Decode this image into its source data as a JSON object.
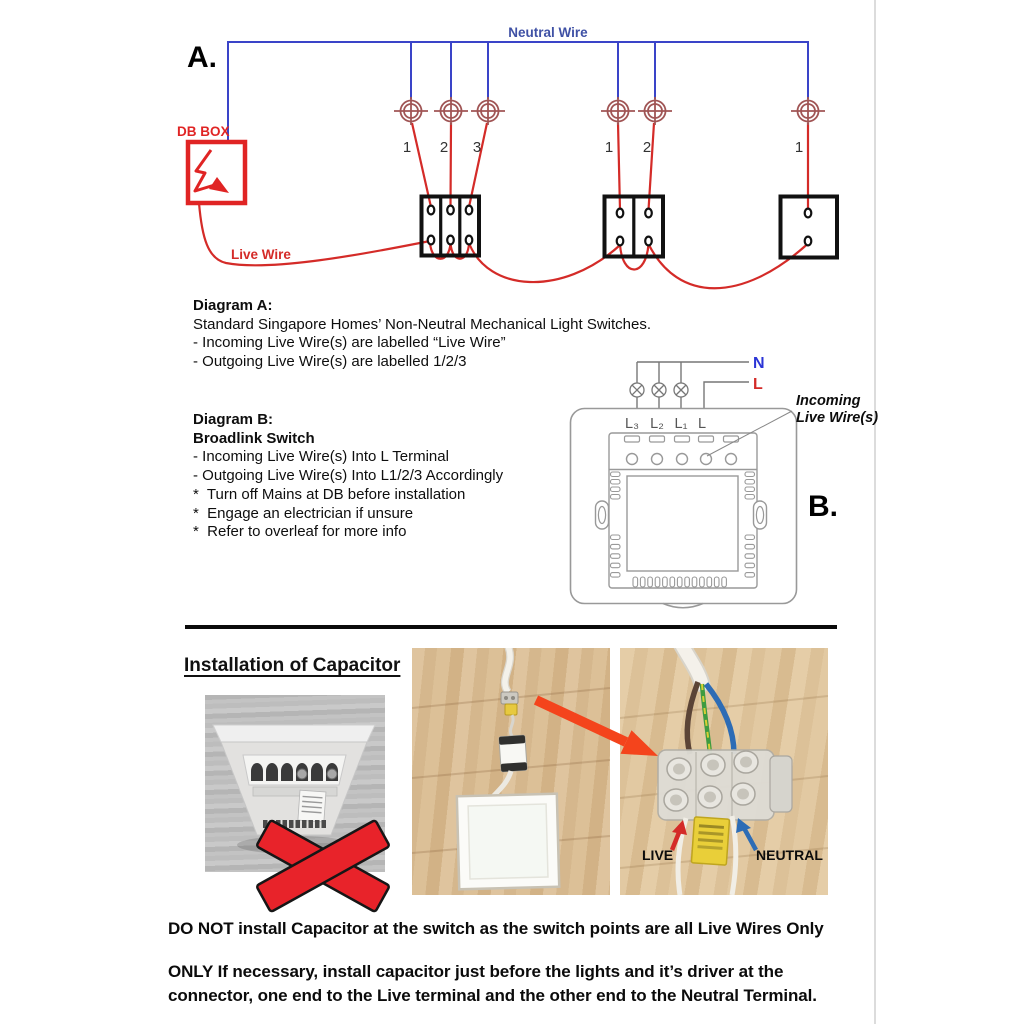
{
  "diagram_a": {
    "label": "A.",
    "neutral_wire_label": "Neutral Wire",
    "db_box_label": "DB BOX",
    "live_wire_label": "Live Wire",
    "numbers": [
      "1",
      "2",
      "3",
      "1",
      "2",
      "1"
    ]
  },
  "section_a": {
    "title": "Diagram A:",
    "line1": "Standard Singapore Homes’ Non-Neutral Mechanical Light Switches.",
    "line2": "- Incoming Live Wire(s) are labelled “Live Wire”",
    "line3": "- Outgoing Live Wire(s) are labelled 1/2/3"
  },
  "section_b": {
    "title": "Diagram B:",
    "subtitle": "Broadlink Switch",
    "line1": "- Incoming Live Wire(s) Into L Terminal",
    "line2": "- Outgoing Live Wire(s) Into L1/2/3 Accordingly"
  },
  "notes": [
    "*  Turn off Mains at DB before installation",
    "*  Engage an electrician if unsure",
    "*  Refer to overleaf for more info"
  ],
  "diagram_b": {
    "label": "B.",
    "n_label": "N",
    "l_label": "L",
    "terminal_labels": [
      "L₃",
      "L₂",
      "L₁",
      "L"
    ],
    "annotation_line1": "Incoming",
    "annotation_line2": "Live Wire(s)"
  },
  "capacitor_section": {
    "heading": "Installation of Capacitor",
    "live_label": "LIVE",
    "neutral_label": "NEUTRAL"
  },
  "warnings": {
    "line1": "DO NOT install Capacitor at the switch as the switch points are all Live Wires Only",
    "line2": "ONLY If necessary, install capacitor just before the lights and it’s driver at the",
    "line3": "connector, one end to the Live terminal and the other end to the Neutral Terminal."
  },
  "colors": {
    "neutral_blue": "#3a44c8",
    "label_blue": "#3f51a5",
    "n_blue": "#2b35d6",
    "live_red": "#d42b28",
    "db_red": "#e02424",
    "x_red": "#e8232a",
    "arrow_red": "#f4441c",
    "lamp_red": "#a05555",
    "outline_gray": "#999999"
  }
}
